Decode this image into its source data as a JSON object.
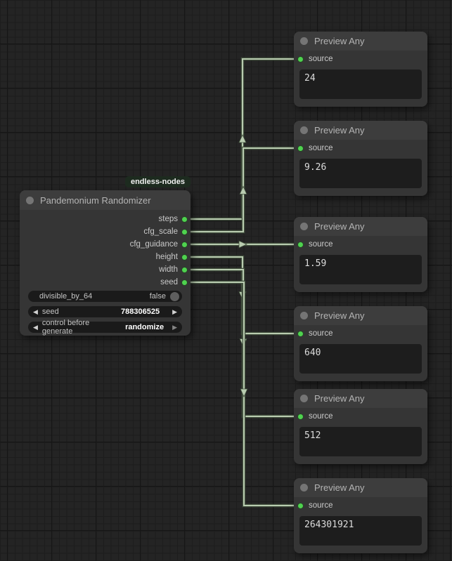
{
  "colors": {
    "wire_core": "#b9ccb0",
    "wire_outline": "#42503e",
    "port_green": "#4fd24f",
    "badge_bg": "#1d2b1f",
    "node_bg": "#353535",
    "node_header_bg": "#3d3d3d",
    "textbox_bg": "#1d1d1d"
  },
  "group_badge": {
    "label": "endless-nodes"
  },
  "randomizer": {
    "title": "Pandemonium Randomizer",
    "outputs": [
      "steps",
      "cfg_scale",
      "cfg_guidance",
      "height",
      "width",
      "seed"
    ],
    "widgets": {
      "divisible": {
        "label": "divisible_by_64",
        "value": "false"
      },
      "seed": {
        "label": "seed",
        "value": "788306525",
        "left_arrow": "◀",
        "right_arrow": "▶"
      },
      "control": {
        "label": "control before generate",
        "value": "randomize",
        "left_arrow": "◀",
        "right_arrow": "▶"
      }
    }
  },
  "preview_nodes": [
    {
      "title": "Preview Any",
      "input_label": "source",
      "value": "24"
    },
    {
      "title": "Preview Any",
      "input_label": "source",
      "value": "9.26"
    },
    {
      "title": "Preview Any",
      "input_label": "source",
      "value": "1.59"
    },
    {
      "title": "Preview Any",
      "input_label": "source",
      "value": "640"
    },
    {
      "title": "Preview Any",
      "input_label": "source",
      "value": "512"
    },
    {
      "title": "Preview Any",
      "input_label": "source",
      "value": "264301921"
    }
  ],
  "links": [
    {
      "from_output": 0,
      "to_preview": 0
    },
    {
      "from_output": 1,
      "to_preview": 1
    },
    {
      "from_output": 2,
      "to_preview": 2
    },
    {
      "from_output": 3,
      "to_preview": 3
    },
    {
      "from_output": 4,
      "to_preview": 4
    },
    {
      "from_output": 5,
      "to_preview": 5
    }
  ]
}
